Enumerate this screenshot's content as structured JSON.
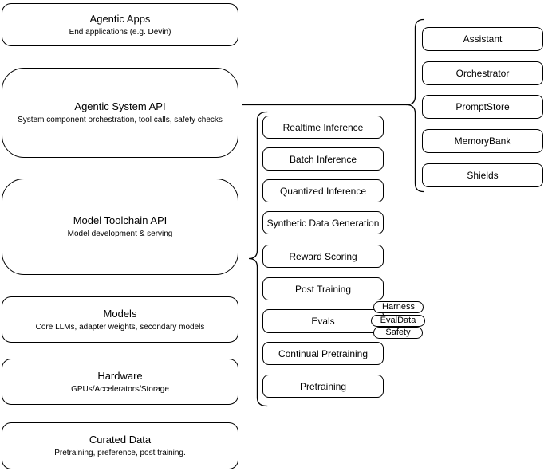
{
  "stack": {
    "boxes": [
      {
        "title": "Agentic Apps",
        "subtitle": "End applications (e.g. Devin)"
      },
      {
        "title": "Agentic System API",
        "subtitle": "System component orchestration, tool calls, safety checks"
      },
      {
        "title": "Model Toolchain API",
        "subtitle": "Model development & serving"
      },
      {
        "title": "Models",
        "subtitle": "Core LLMs, adapter weights, secondary models"
      },
      {
        "title": "Hardware",
        "subtitle": "GPUs/Accelerators/Storage"
      },
      {
        "title": "Curated Data",
        "subtitle": "Pretraining, preference, post training."
      }
    ]
  },
  "toolchain": {
    "items": [
      "Realtime Inference",
      "Batch Inference",
      "Quantized Inference",
      "Synthetic Data Generation",
      "Reward Scoring",
      "Post Training",
      "Evals",
      "Continual Pretraining",
      "Pretraining"
    ],
    "evals_tags": [
      "Harness",
      "EvalData",
      "Safety"
    ]
  },
  "system_components": {
    "items": [
      "Assistant",
      "Orchestrator",
      "PromptStore",
      "MemoryBank",
      "Shields"
    ]
  },
  "colors": {
    "stroke": "#000000",
    "fill": "#ffffff",
    "text": "#000000",
    "background": "#ffffff"
  }
}
